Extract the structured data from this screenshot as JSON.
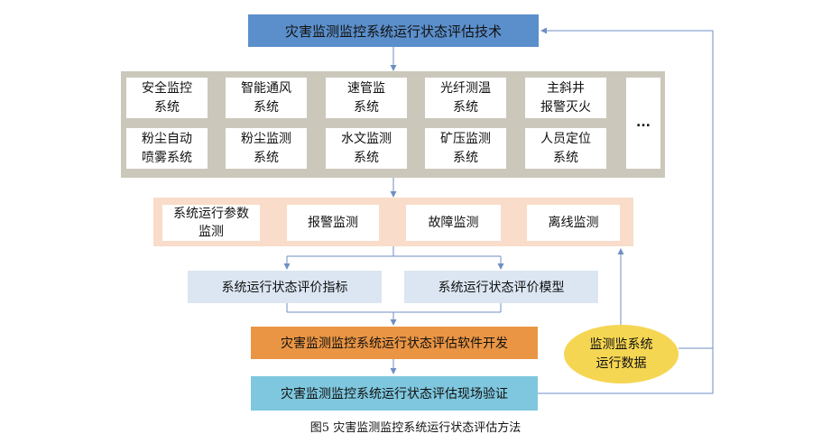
{
  "top_title": "灾害监测监控系统运行状态评估技术",
  "systems": [
    "安全监控\n系统",
    "智能通风\n系统",
    "速管监\n系统",
    "光纤测温\n系统",
    "主斜井\n报警灭火",
    "粉尘自动\n喷雾系统",
    "粉尘监测\n系统",
    "水文监测\n系统",
    "矿压监测\n系统",
    "人员定位\n系统"
  ],
  "ellipsis": "...",
  "monitoring": [
    "系统运行参数\n监测",
    "报警监测",
    "故障监测",
    "离线监测"
  ],
  "evaluation": [
    "系统运行状态评价指标",
    "系统运行状态评价模型"
  ],
  "development": "灾害监测监控系统运行状态评估软件开发",
  "verification": "灾害监测监控系统运行状态评估现场验证",
  "data_source": "监测监系统\n运行数据",
  "caption": "图5   灾害监测监控系统运行状态评估方法",
  "colors": {
    "title": "#5b8fcb",
    "panel_gray": "#cbc8bb",
    "panel_peach": "#f9dcc9",
    "eval": "#dbe6f2",
    "dev": "#ea9544",
    "verify": "#7ec7de",
    "ellipse": "#f5d652",
    "connector": "#6f8fc4"
  }
}
